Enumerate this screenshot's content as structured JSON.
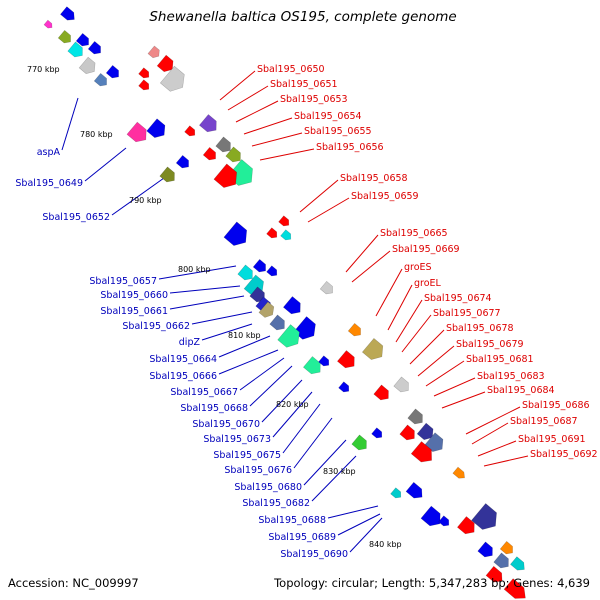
{
  "title": "Shewanella baltica OS195, complete genome",
  "footer": {
    "accession": "Accession: NC_009997",
    "summary": "Topology: circular; Length: 5,347,283 bp; Genes: 4,639"
  },
  "colors": {
    "backbone": "#9a9a9a",
    "forward_labels": "#dd0000",
    "reverse_labels": "#0000bb",
    "forward_genes": "#ff0000",
    "reverse_genes": "#0000ee",
    "tick_dots": "#228822"
  },
  "scale_ticks": [
    "770 kbp",
    "780 kbp",
    "790 kbp",
    "800 kbp",
    "810 kbp",
    "820 kbp",
    "830 kbp",
    "840 kbp"
  ],
  "forward_labels": [
    "Sbal195_0650",
    "Sbal195_0651",
    "Sbal195_0653",
    "Sbal195_0654",
    "Sbal195_0655",
    "Sbal195_0656",
    "Sbal195_0658",
    "Sbal195_0659",
    "Sbal195_0665",
    "Sbal195_0669",
    "groES",
    "groEL",
    "Sbal195_0674",
    "Sbal195_0677",
    "Sbal195_0678",
    "Sbal195_0679",
    "Sbal195_0681",
    "Sbal195_0683",
    "Sbal195_0684",
    "Sbal195_0686",
    "Sbal195_0687",
    "Sbal195_0691",
    "Sbal195_0692"
  ],
  "reverse_labels": [
    "aspA",
    "Sbal195_0649",
    "Sbal195_0652",
    "Sbal195_0657",
    "Sbal195_0660",
    "Sbal195_0661",
    "Sbal195_0662",
    "dipZ",
    "Sbal195_0664",
    "Sbal195_0666",
    "Sbal195_0667",
    "Sbal195_0668",
    "Sbal195_0670",
    "Sbal195_0673",
    "Sbal195_0675",
    "Sbal195_0676",
    "Sbal195_0680",
    "Sbal195_0682",
    "Sbal195_0688",
    "Sbal195_0689",
    "Sbal195_0690"
  ]
}
